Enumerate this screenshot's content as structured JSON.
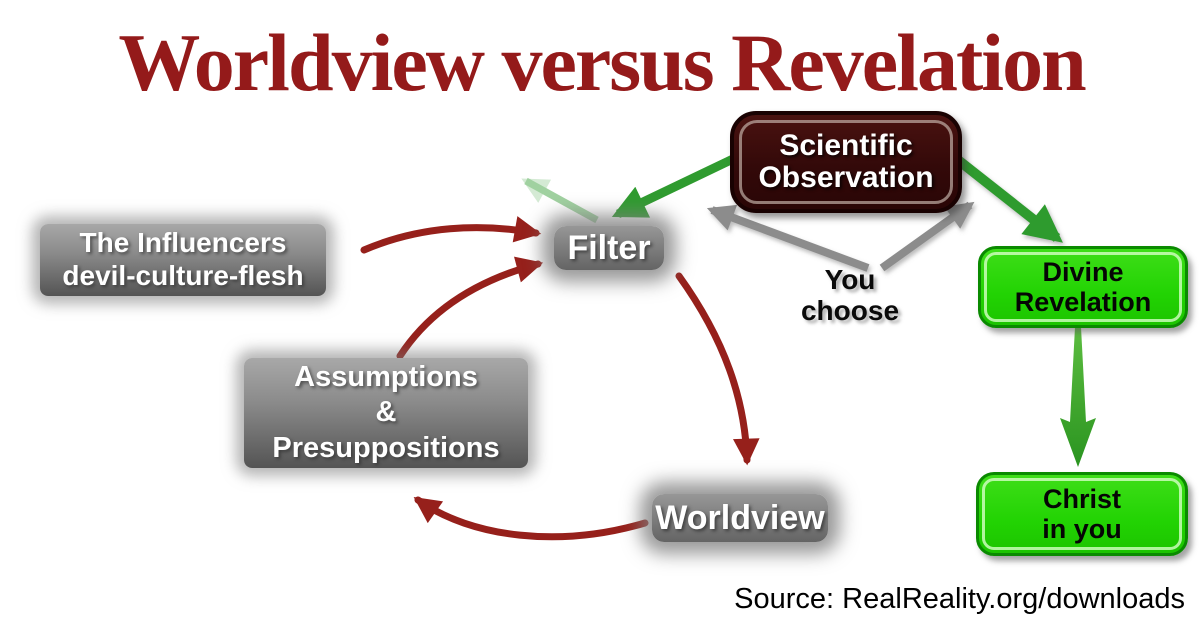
{
  "title": "Worldview versus Revelation",
  "nodes": {
    "scientific_observation": {
      "lines": [
        "Scientific",
        "Observation"
      ]
    },
    "influencers": {
      "lines": [
        "The Influencers",
        "devil-culture-flesh"
      ]
    },
    "filter": {
      "label": "Filter"
    },
    "you_choose": {
      "lines": [
        "You",
        "choose"
      ]
    },
    "divine_revelation": {
      "lines": [
        "Divine",
        "Revelation"
      ]
    },
    "assumptions": {
      "lines": [
        "Assumptions",
        "&",
        "Presuppositions"
      ]
    },
    "worldview": {
      "label": "Worldview"
    },
    "christ_in_you": {
      "lines": [
        "Christ",
        "in you"
      ]
    }
  },
  "source": {
    "label": "Source: RealReality.org/downloads"
  },
  "arrows": [
    {
      "name": "scientific-observation-to-filter",
      "color": "green"
    },
    {
      "name": "filter-back-up-faded",
      "color": "faded-green"
    },
    {
      "name": "scientific-observation-to-divine-revelation",
      "color": "green"
    },
    {
      "name": "divine-revelation-to-christ-in-you",
      "color": "green"
    },
    {
      "name": "you-choose-to-filter",
      "color": "gray"
    },
    {
      "name": "you-choose-to-divine-revelation",
      "color": "gray"
    },
    {
      "name": "influencers-to-filter",
      "color": "red"
    },
    {
      "name": "assumptions-to-filter",
      "color": "red"
    },
    {
      "name": "filter-to-worldview",
      "color": "red"
    },
    {
      "name": "worldview-to-assumptions",
      "color": "red"
    }
  ],
  "colors": {
    "title_text": "#941a1a",
    "dark_box_fill": "#330909",
    "green_box_fill": "#22d303",
    "green_box_border": "#0a8a00",
    "gray_box_fill": "#7d7d7d",
    "green_arrow": "#2f9b2f",
    "gray_arrow": "#8c8c8c",
    "red_arrow": "#96201b",
    "body_text": "#000000",
    "box_text_light": "#ffffff"
  }
}
